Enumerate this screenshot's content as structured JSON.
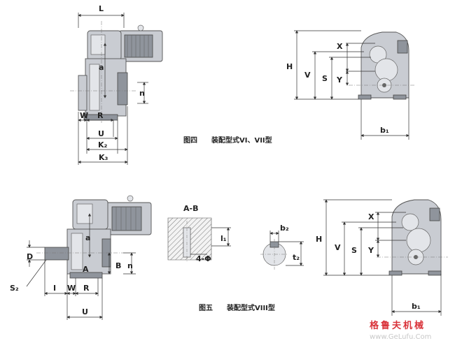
{
  "figure4": {
    "caption": "图四　　装配型式VI、VII型",
    "side_labels": {
      "L": "L",
      "a": "a",
      "n": "n",
      "W": "W",
      "R": "R",
      "U": "U",
      "K2": "K₂",
      "K3": "K₃"
    },
    "front_labels": {
      "H": "H",
      "V": "V",
      "S": "S",
      "X": "X",
      "Y": "Y",
      "b1": "b₁"
    }
  },
  "figure5": {
    "caption": "图五　　装配型式VIII型",
    "side_labels": {
      "D": "D",
      "a": "a",
      "A": "A",
      "B": "B",
      "n": "n",
      "S2": "S₂",
      "I": "I",
      "W": "W",
      "R": "R",
      "U": "U"
    },
    "section_labels": {
      "AB": "A-B",
      "l1": "l₁",
      "phi": "4-Φ",
      "b2": "b₂",
      "t2": "t₂"
    },
    "front_labels": {
      "H": "H",
      "V": "V",
      "S": "S",
      "X": "X",
      "Y": "Y",
      "b1": "b₁"
    }
  },
  "watermark": {
    "cn": "格鲁夫机械",
    "url": "www.GeLufu.Com"
  }
}
